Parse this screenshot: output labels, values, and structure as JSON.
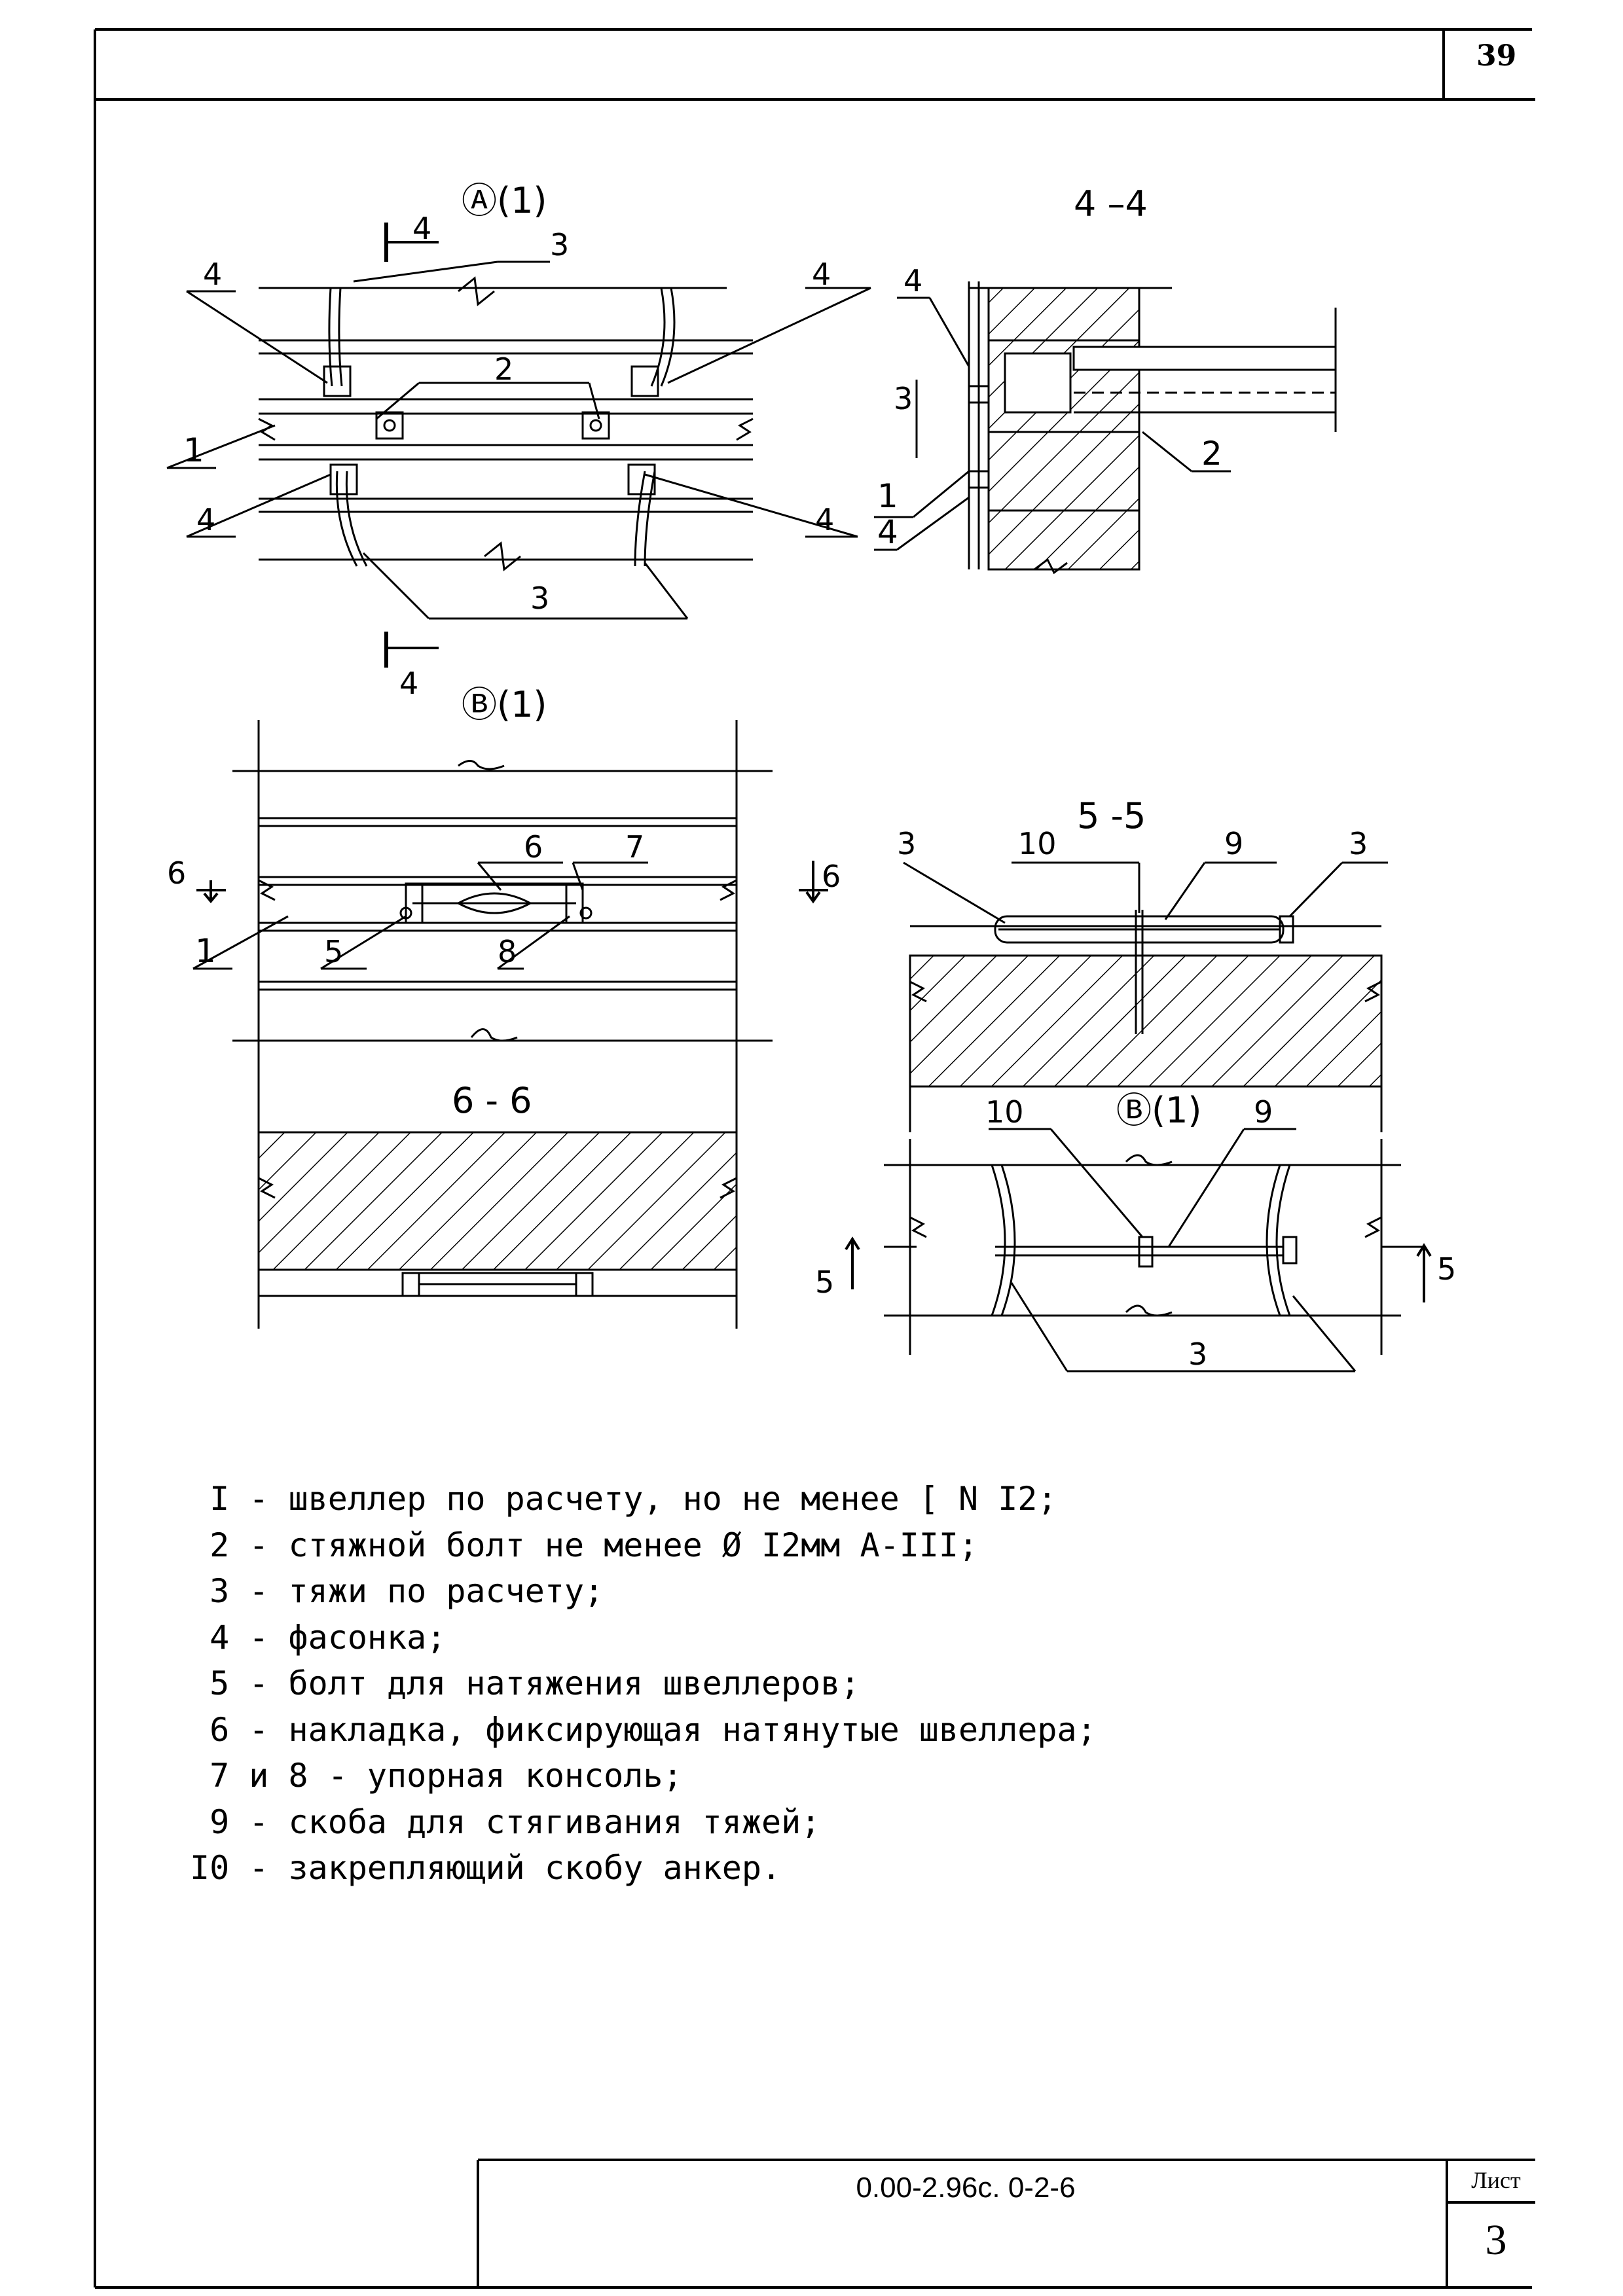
{
  "page_number": "39",
  "title_block": {
    "code": "0.00-2.96с. 0-2-6",
    "sheet_label": "Лист",
    "sheet_number": "3"
  },
  "views": {
    "view_a": {
      "title": "Ⓐ(1)",
      "cut_mark": "4",
      "callouts": [
        "4",
        "3",
        "4",
        "2",
        "1",
        "4",
        "4",
        "3"
      ]
    },
    "section_4_4": {
      "title": "4 –4",
      "callouts": [
        "4",
        "3",
        "1",
        "4",
        "2"
      ]
    },
    "view_v": {
      "title": "Ⓑ(1)",
      "cut_mark": "6",
      "callouts": [
        "6",
        "7",
        "1",
        "5",
        "8"
      ]
    },
    "section_5_5": {
      "title": "5 -5",
      "callouts": [
        "3",
        "10",
        "9",
        "3"
      ]
    },
    "section_6_6": {
      "title": "6 - 6"
    },
    "view_b": {
      "title": "Ⓑ(1)",
      "cut_mark": "5",
      "callouts": [
        "10",
        "9",
        "3"
      ]
    }
  },
  "legend": [
    " I - швеллер по расчету, но не менее [ N I2;",
    " 2 - стяжной болт не менее Ø I2мм A-III;",
    " 3 - тяжи по расчету;",
    " 4 - фасонка;",
    " 5 - болт для натяжения швеллеров;",
    " 6 - накладка, фиксирующая натянутые швеллера;",
    " 7 и 8 - упорная консоль;",
    " 9 - скоба для стягивания тяжей;",
    "I0 - закрепляющий скобу анкер."
  ]
}
